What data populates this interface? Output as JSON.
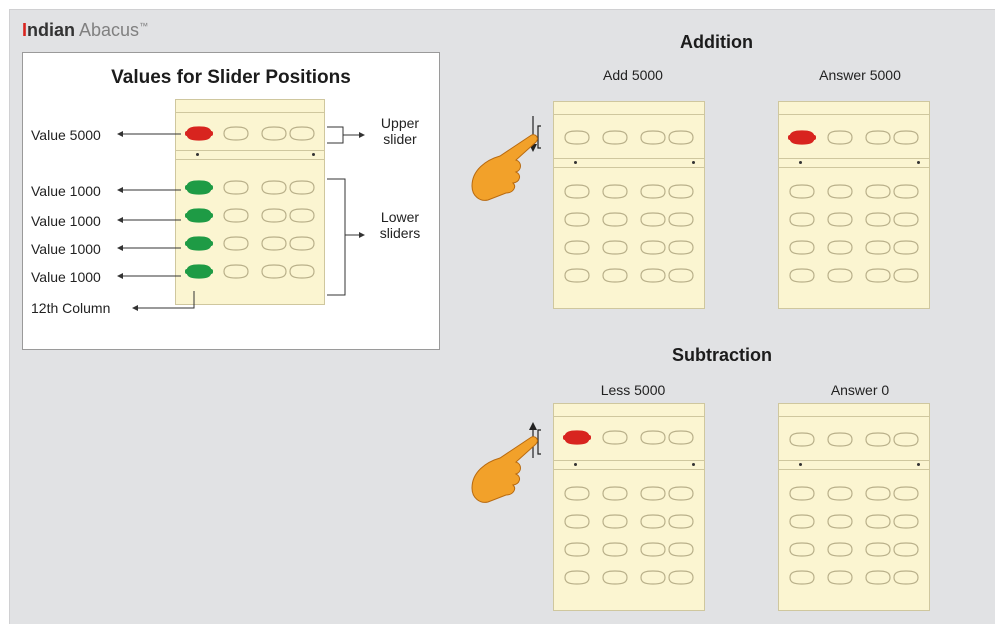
{
  "brand": {
    "first_letter": "I",
    "bold_rest": "ndian",
    "light": " Abacus",
    "tm": "™"
  },
  "legend": {
    "title": "Values for Slider Positions",
    "row_labels": [
      "Value 5000",
      "Value 1000",
      "Value 1000",
      "Value 1000",
      "Value 1000",
      "12th Column"
    ],
    "upper_label": [
      "Upper",
      "slider"
    ],
    "lower_label": [
      "Lower",
      "sliders"
    ]
  },
  "addition": {
    "title": "Addition",
    "left_label": "Add 5000",
    "right_label": "Answer 5000"
  },
  "subtraction": {
    "title": "Subtraction",
    "left_label": "Less 5000",
    "right_label": "Answer 0"
  },
  "colors": {
    "upper_bead_active": "#d8241f",
    "lower_bead_active": "#1e9b45",
    "frame": "#fbf5d1",
    "background": "#e1e2e4",
    "brand": "#d8241f"
  },
  "icons": [
    "pointing-hand-icon",
    "arrow-down-icon",
    "arrow-up-icon"
  ]
}
